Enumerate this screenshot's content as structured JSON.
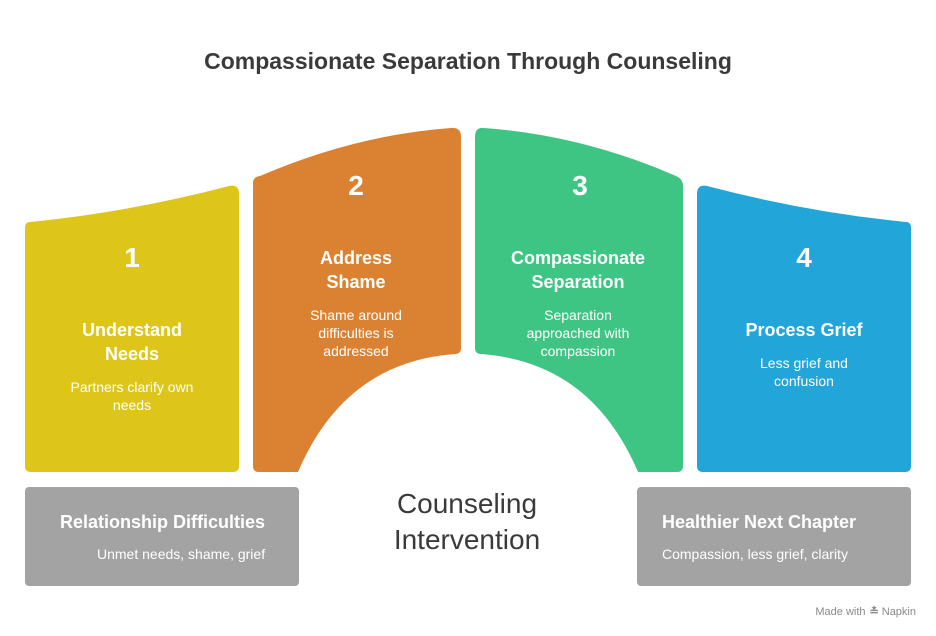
{
  "title": "Compassionate Separation Through Counseling",
  "steps": [
    {
      "number": "1",
      "heading": "Understand Needs",
      "description": "Partners clarify own needs",
      "color": "#DDC619"
    },
    {
      "number": "2",
      "heading": "Address Shame",
      "description": "Shame around difficulties is addressed",
      "color": "#DB8232"
    },
    {
      "number": "3",
      "heading": "Compassionate Separation",
      "description": "Separation approached with compassion",
      "color": "#3EC584"
    },
    {
      "number": "4",
      "heading": "Process Grief",
      "description": "Less grief and confusion",
      "color": "#22A5D8"
    }
  ],
  "start_box": {
    "heading": "Relationship Difficulties",
    "description": "Unmet needs, shame, grief",
    "color": "#A3A3A3"
  },
  "center_label": "Counseling Intervention",
  "end_box": {
    "heading": "Healthier Next Chapter",
    "description": "Compassion, less grief, clarity",
    "color": "#A3A3A3"
  },
  "brand": {
    "prefix": "Made with",
    "name": "Napkin",
    "icon": "napkin-logo-icon"
  }
}
